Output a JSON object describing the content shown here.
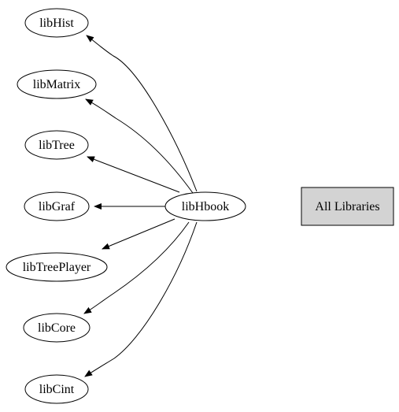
{
  "graph": {
    "center": {
      "label": "libHbook"
    },
    "targets": [
      {
        "label": "libHist"
      },
      {
        "label": "libMatrix"
      },
      {
        "label": "libTree"
      },
      {
        "label": "libGraf"
      },
      {
        "label": "libTreePlayer"
      },
      {
        "label": "libCore"
      },
      {
        "label": "libCint"
      }
    ],
    "all_libraries": {
      "label": "All Libraries",
      "fill": "#d3d3d3"
    }
  }
}
